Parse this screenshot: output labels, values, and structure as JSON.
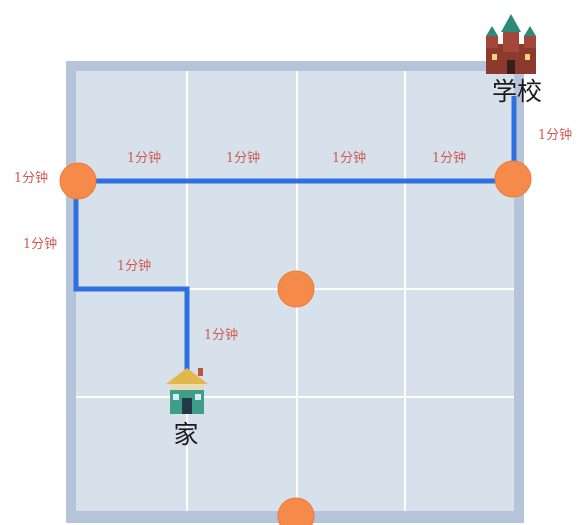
{
  "places": {
    "home": {
      "label": "家",
      "icon": "house-icon"
    },
    "school": {
      "label": "学校",
      "icon": "castle-icon"
    }
  },
  "edges": {
    "top_1": "1分钟",
    "top_2": "1分钟",
    "top_3": "1分钟",
    "top_4": "1分钟",
    "school_drop": "1分钟",
    "left_corner": "1分钟",
    "left_down": "1分钟",
    "inner_horizontal": "1分钟",
    "home_drop": "1分钟"
  },
  "colors": {
    "route": "#2f6fe0",
    "node_fill": "#f58a4b",
    "grid_frame": "#b5c4d8",
    "grid_fill": "#d6e1ec",
    "grid_lines": "#ffffff",
    "edge_label": "#d15a52"
  }
}
